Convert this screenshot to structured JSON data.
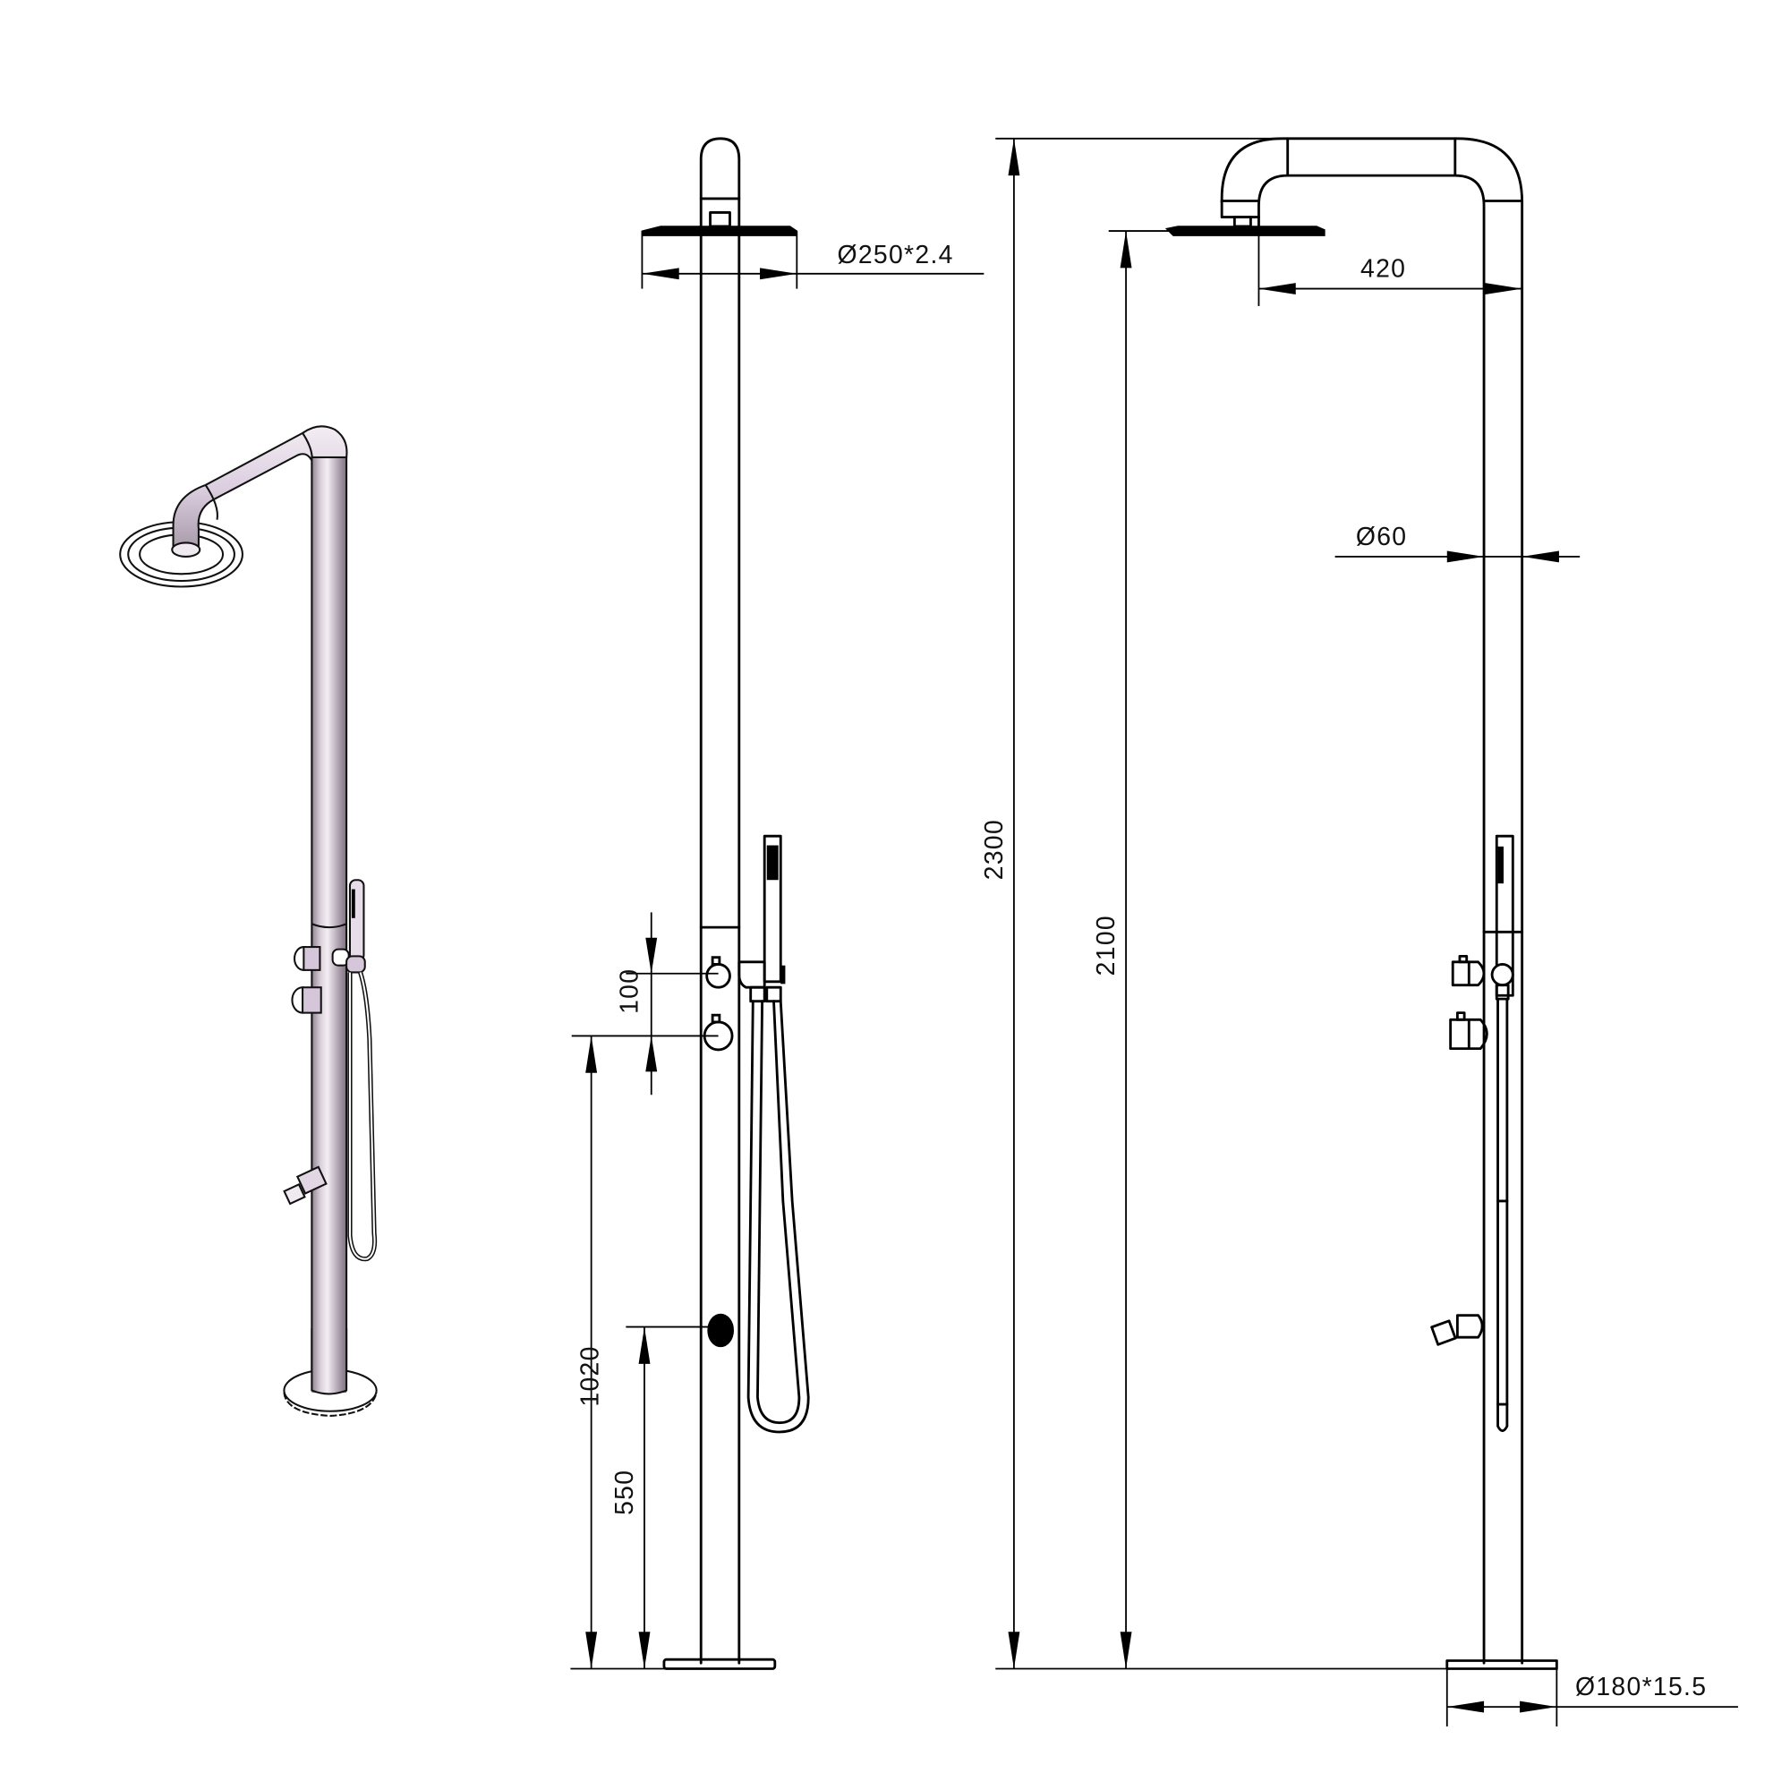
{
  "drawing": {
    "title": "Outdoor shower column technical drawing",
    "views": [
      "isometric",
      "side",
      "front"
    ],
    "colors": {
      "line": "#000000",
      "background": "#ffffff",
      "iso_tube_light": "#e9dfe9",
      "iso_tube_mid": "#b8a9b9",
      "iso_tube_dark": "#8a7f8b"
    }
  },
  "dimensions": {
    "head_diameter": "Ø250*2.4",
    "arm_reach": "420",
    "tube_diameter": "Ø60",
    "base_diameter": "Ø180*15.5",
    "total_height": "2300",
    "head_height": "2100",
    "valve_spacing": "100",
    "valve_height": "1020",
    "foot_tap_height": "550"
  },
  "components": {
    "shower_head": "shower-head",
    "arm": "gooseneck-arm",
    "column": "column-tube",
    "mixers": [
      "upper-mixer-knob",
      "lower-mixer-knob"
    ],
    "hand_shower": "hand-shower",
    "hose": "hose",
    "foot_tap": "foot-tap",
    "base": "base-plate"
  }
}
